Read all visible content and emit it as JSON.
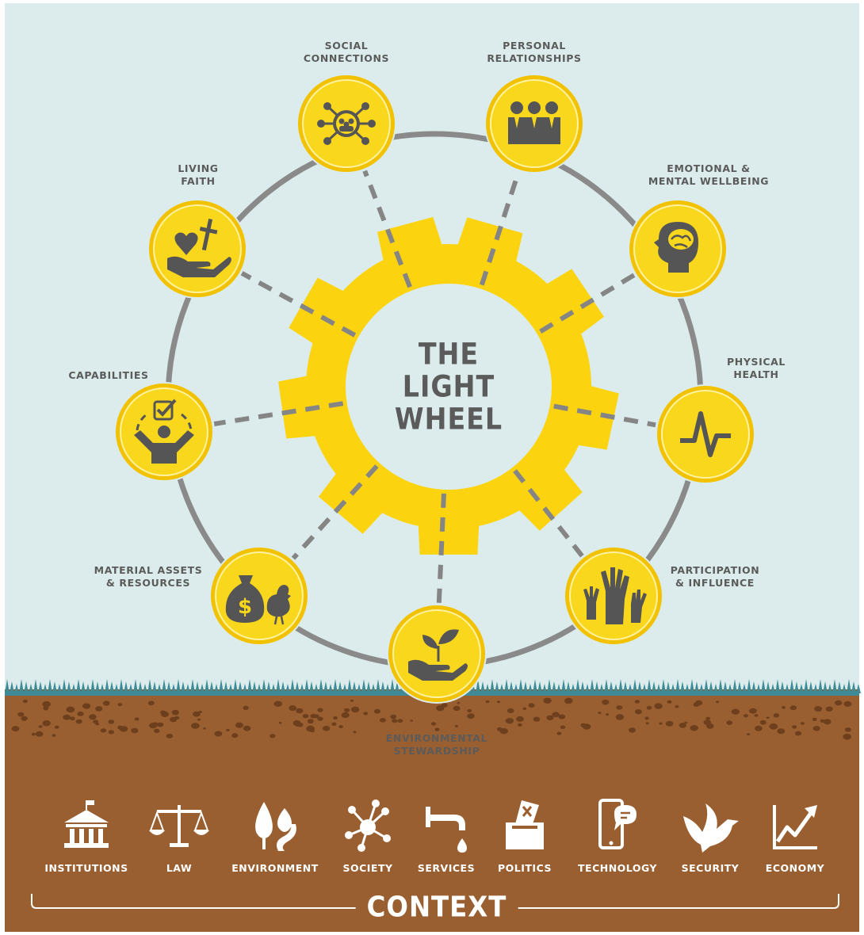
{
  "wheel": {
    "title": "THE\nLIGHT\nWHEEL",
    "spokes": [
      {
        "label": "SOCIAL\nCONNECTIONS",
        "icon": "social-network-icon"
      },
      {
        "label": "PERSONAL\nRELATIONSHIPS",
        "icon": "people-group-icon"
      },
      {
        "label": "EMOTIONAL &\nMENTAL WELLBEING",
        "icon": "head-brain-icon"
      },
      {
        "label": "PHYSICAL\nHEALTH",
        "icon": "heartbeat-icon"
      },
      {
        "label": "PARTICIPATION\n& INFLUENCE",
        "icon": "raised-hands-icon"
      },
      {
        "label": "ENVIRONMENTAL\nSTEWARDSHIP",
        "icon": "hand-sprout-icon"
      },
      {
        "label": "MATERIAL ASSETS\n& RESOURCES",
        "icon": "money-bag-chicken-icon"
      },
      {
        "label": "CAPABILITIES",
        "icon": "person-checkbox-icon"
      },
      {
        "label": "LIVING\nFAITH",
        "icon": "hand-heart-cross-icon"
      }
    ]
  },
  "context": {
    "title": "CONTEXT",
    "items": [
      {
        "label": "INSTITUTIONS",
        "icon": "institution-building-icon"
      },
      {
        "label": "LAW",
        "icon": "scales-icon"
      },
      {
        "label": "ENVIRONMENT",
        "icon": "trees-river-icon"
      },
      {
        "label": "SOCIETY",
        "icon": "network-nodes-icon"
      },
      {
        "label": "SERVICES",
        "icon": "water-tap-icon"
      },
      {
        "label": "POLITICS",
        "icon": "ballot-box-icon"
      },
      {
        "label": "TECHNOLOGY",
        "icon": "mobile-phone-icon"
      },
      {
        "label": "SECURITY",
        "icon": "dove-icon"
      },
      {
        "label": "ECONOMY",
        "icon": "growth-chart-icon"
      }
    ]
  },
  "colors": {
    "sky": "#dcecec",
    "soil": "#995f30",
    "soil_dark": "#6e3f1d",
    "grass": "#3e8a96",
    "gear": "#fbd30f",
    "badge": "#f9d71c",
    "badge_ring": "#f2c200",
    "text": "#5b5b5b",
    "icon": "#555555",
    "spoke_line": "#858585"
  }
}
